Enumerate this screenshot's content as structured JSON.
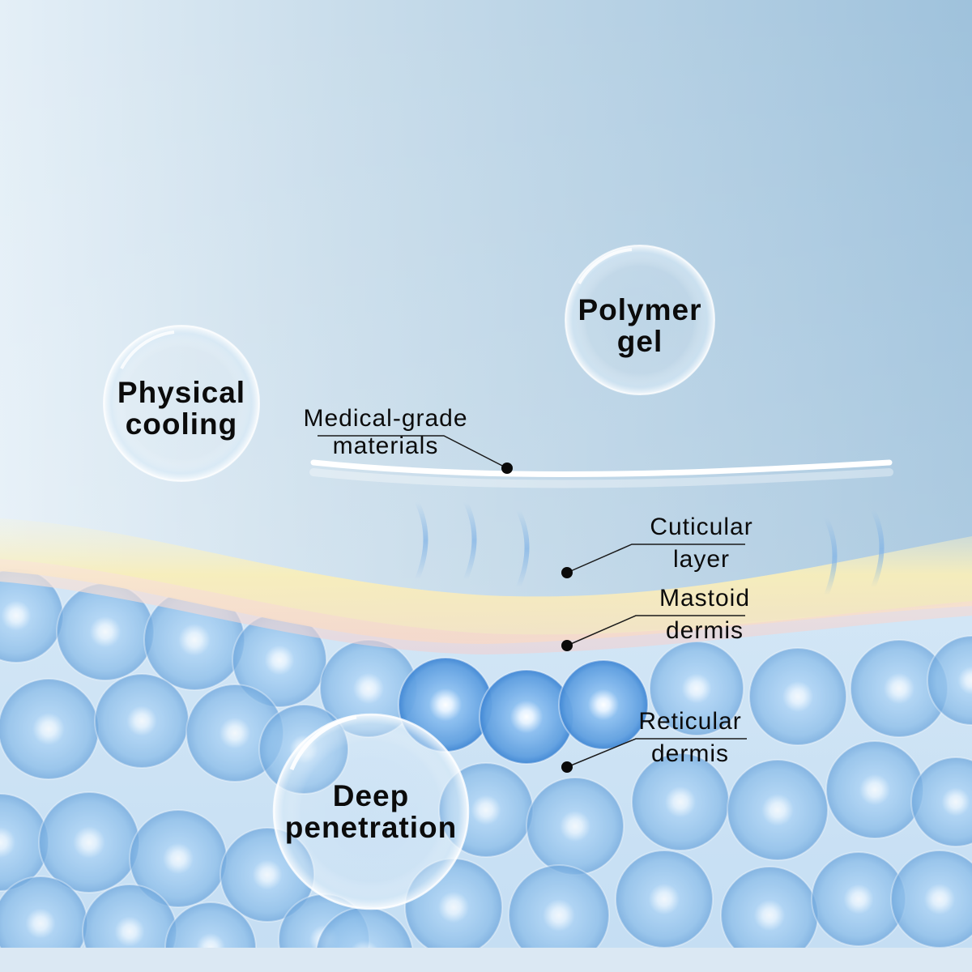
{
  "bubbles": {
    "physical_cooling": [
      "Physical",
      "cooling"
    ],
    "polymer_gel": [
      "Polymer",
      "gel"
    ],
    "deep_penetration": [
      "Deep",
      "penetration"
    ]
  },
  "callouts": {
    "medical_grade": [
      "Medical-grade",
      "materials"
    ],
    "cuticular_layer": [
      "Cuticular",
      "layer"
    ],
    "mastoid_dermis": [
      "Mastoid",
      "dermis"
    ],
    "reticular_dermis": [
      "Reticular",
      "dermis"
    ]
  },
  "colors": {
    "sky_top": "#cfe1ee",
    "sky_right": "#9fc3dd",
    "skin_yellow": "#f8efc0",
    "skin_pink": "#f6d7cf",
    "cell_blue": "#8fc0ec",
    "patch_white": "#ffffff",
    "text": "#0b0b0b"
  }
}
